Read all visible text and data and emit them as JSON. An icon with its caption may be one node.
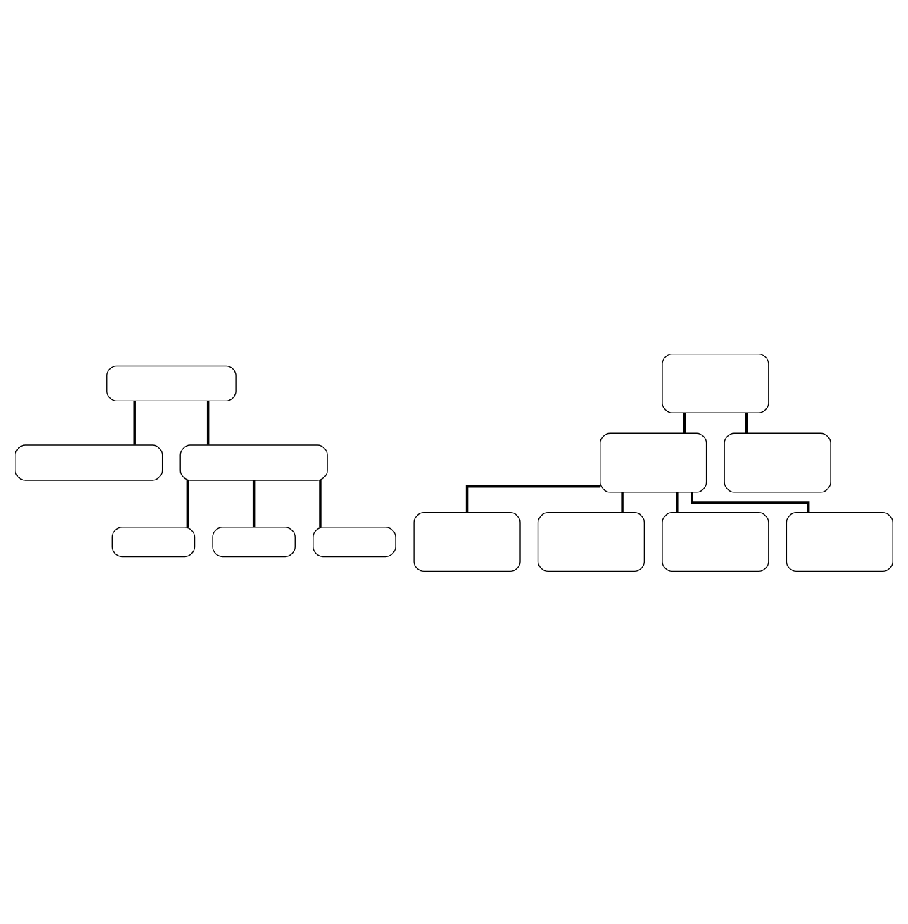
{
  "diagram": {
    "nodes": [
      {
        "text": [],
        "shape": "box"
      },
      {
        "text": [],
        "shape": "box"
      },
      {
        "text": [],
        "shape": "box"
      },
      {
        "text": [],
        "shape": "box"
      },
      {
        "text": [],
        "shape": "box"
      },
      {
        "text": [],
        "shape": "box"
      },
      {
        "text": [],
        "shape": "box"
      },
      {
        "text": [],
        "shape": "box"
      },
      {
        "text": [],
        "shape": "box"
      },
      {
        "text": [],
        "shape": "box"
      },
      {
        "text": [],
        "shape": "box"
      },
      {
        "text": [],
        "shape": "box"
      },
      {
        "text": [],
        "shape": "box"
      }
    ],
    "edges": [
      {
        "from": 0,
        "to": 1,
        "arrow": "none"
      },
      {
        "from": 0,
        "to": 2,
        "arrow": "none"
      },
      {
        "from": 2,
        "to": 3,
        "arrow": "none"
      },
      {
        "from": 2,
        "to": 4,
        "arrow": "none"
      },
      {
        "from": 2,
        "to": 5,
        "arrow": "none"
      },
      {
        "from": 6,
        "to": 7,
        "arrow": "none"
      },
      {
        "from": 6,
        "to": 8,
        "arrow": "none"
      },
      {
        "from": 7,
        "to": 9,
        "arrow": "none"
      },
      {
        "from": 7,
        "to": 10,
        "arrow": "none"
      },
      {
        "from": 7,
        "to": 11,
        "arrow": "none"
      },
      {
        "from": 7,
        "to": 12,
        "arrow": "none"
      }
    ]
  }
}
